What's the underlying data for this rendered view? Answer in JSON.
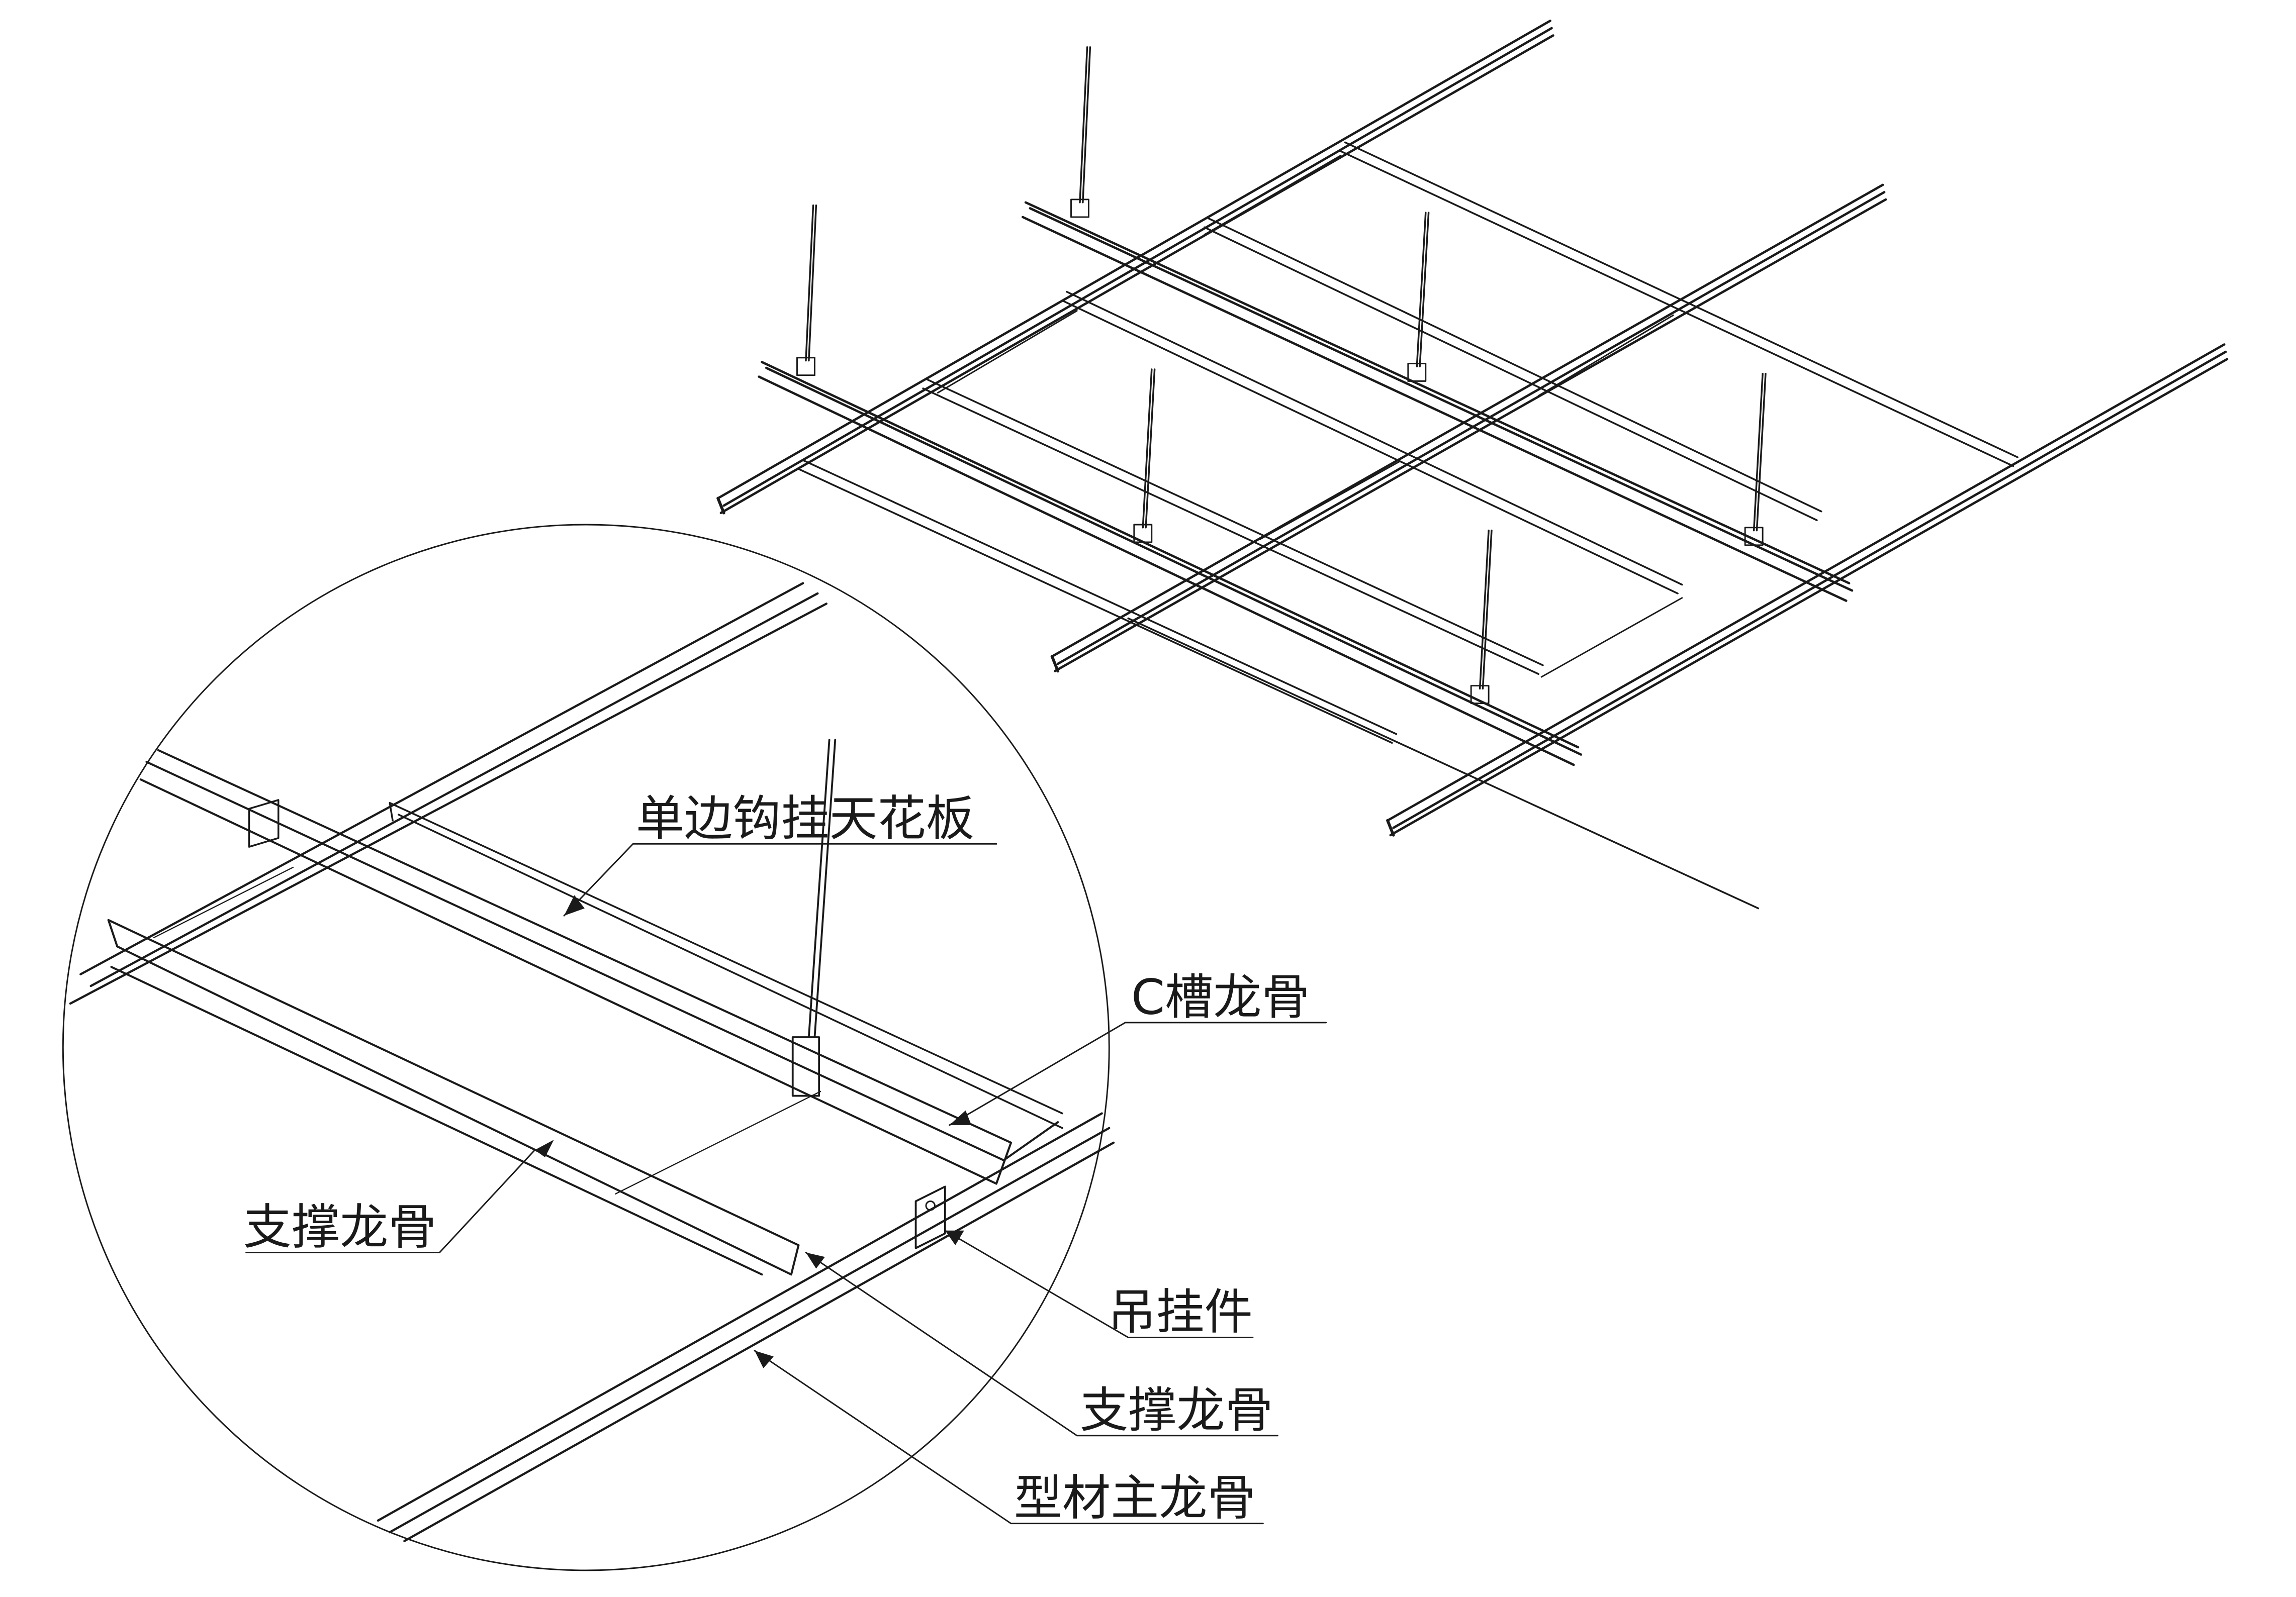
{
  "labels": {
    "single_hook_panel": "单边钩挂天花板",
    "c_channel_keel": "C槽龙骨",
    "support_keel_left": "支撑龙骨",
    "hanger": "吊挂件",
    "support_keel_right": "支撑龙骨",
    "profile_main_keel": "型材主龙骨"
  },
  "colors": {
    "line": "#1a1a1a",
    "background": "#ffffff"
  }
}
